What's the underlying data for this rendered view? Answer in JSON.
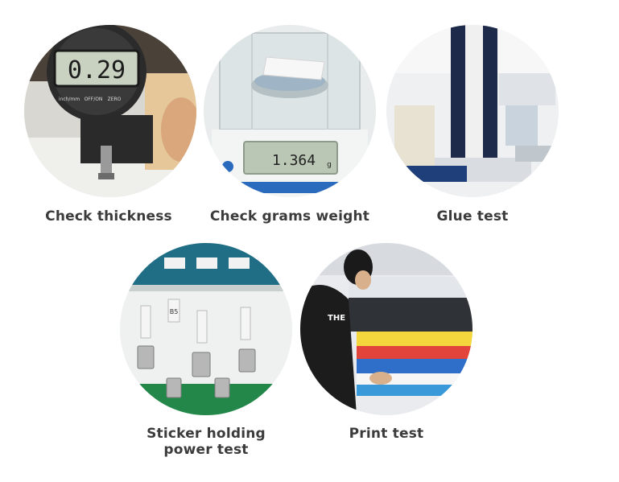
{
  "tests": [
    {
      "label": "Check thickness",
      "gauge_reading": "0.29",
      "gauge_buttons": [
        "inch/mm",
        "OFF/ON",
        "ZERO"
      ]
    },
    {
      "label": "Check grams weight",
      "scale_reading": "1.364",
      "scale_unit": "g"
    },
    {
      "label": "Glue test"
    },
    {
      "label": "Sticker holding power test",
      "label_line1": "Sticker holding",
      "label_line2": "power test",
      "tag_text": "B5"
    },
    {
      "label": "Print test",
      "shirt_text": "THE"
    }
  ],
  "colors": {
    "caption": "#3b3b3b",
    "background": "#ffffff"
  }
}
